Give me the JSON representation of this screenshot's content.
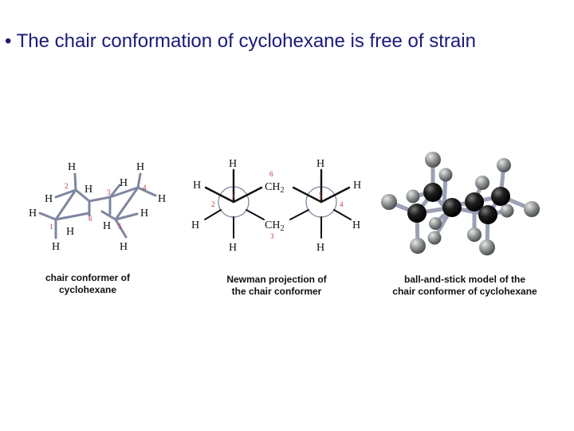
{
  "slide": {
    "bullet": "•",
    "title": "The chair conformation of cyclohexane is free of strain"
  },
  "figure": {
    "chair": {
      "caption_line1": "chair conformer of",
      "caption_line2": "cyclohexane",
      "atom_label": "H",
      "numbers": [
        "1",
        "2",
        "3",
        "4",
        "5",
        "6"
      ]
    },
    "newman": {
      "caption_line1": "Newman projection of",
      "caption_line2": "the chair conformer",
      "atom_label": "H",
      "ch2_c": "CH",
      "ch2_sub": "2",
      "numbers": [
        "1",
        "2",
        "3",
        "4",
        "5",
        "6"
      ]
    },
    "ball_and_stick": {
      "caption_line1": "ball-and-stick model of the",
      "caption_line2": "chair conformer of cyclohexane"
    },
    "colors": {
      "bond": "#7f86a0",
      "bond_light": "#9aa0b5",
      "carbon": "#1e1e1e",
      "hydrogen": "#8c9090",
      "number": "#b0364a"
    }
  }
}
